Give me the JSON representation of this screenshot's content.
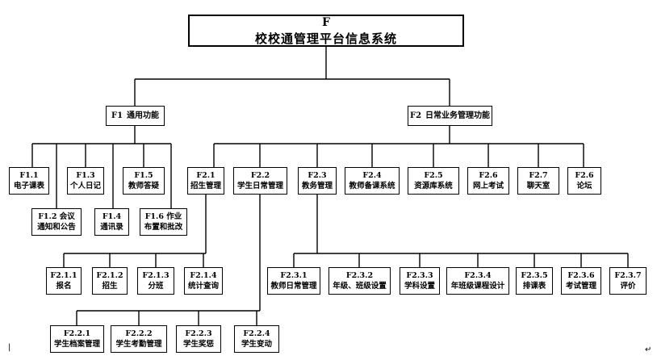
{
  "diagram": {
    "root": {
      "code": "F",
      "label": "校校通管理平台信息系统"
    },
    "f1": {
      "code": "F1",
      "label": "通用功能"
    },
    "f2": {
      "code": "F2",
      "label": "日常业务管理功能"
    },
    "f1_children": [
      {
        "code": "F1.1",
        "label": "电子课表"
      },
      {
        "code": "F1.2",
        "label": "会议",
        "label2": "通知和公告"
      },
      {
        "code": "F1.3",
        "label": "个人日记"
      },
      {
        "code": "F1.4",
        "label": "通讯录"
      },
      {
        "code": "F1.5",
        "label": "教师答疑"
      },
      {
        "code": "F1.6",
        "label": "作业",
        "label2": "布置和批改"
      }
    ],
    "f2_children": [
      {
        "code": "F2.1",
        "label": "招生管理"
      },
      {
        "code": "F2.2",
        "label": "学生日常管理"
      },
      {
        "code": "F2.3",
        "label": "教务管理"
      },
      {
        "code": "F2.4",
        "label": "教师备课系统"
      },
      {
        "code": "F2.5",
        "label": "资源库系统"
      },
      {
        "code": "F2.6",
        "label": "网上考试"
      },
      {
        "code": "F2.7",
        "label": "聊天室"
      },
      {
        "code": "F2.6",
        "label": "论坛"
      }
    ],
    "f21_children": [
      {
        "code": "F2.1.1",
        "label": "报名"
      },
      {
        "code": "F2.1.2",
        "label": "招生"
      },
      {
        "code": "F2.1.3",
        "label": "分班"
      },
      {
        "code": "F2.1.4",
        "label": "统计查询"
      }
    ],
    "f22_children": [
      {
        "code": "F2.2.1",
        "label": "学生档案管理"
      },
      {
        "code": "F2.2.2",
        "label": "学生考勤管理"
      },
      {
        "code": "F2.2.3",
        "label": "学生奖惩"
      },
      {
        "code": "F2.2.4",
        "label": "学生变动"
      }
    ],
    "f23_children": [
      {
        "code": "F2.3.1",
        "label": "教师日常管理"
      },
      {
        "code": "F2.3.2",
        "label": "年级、班级设置"
      },
      {
        "code": "F2.3.3",
        "label": "学科设置"
      },
      {
        "code": "F2.3.4",
        "label": "年班级课程设计"
      },
      {
        "code": "F2.3.5",
        "label": "排课表"
      },
      {
        "code": "F2.3.6",
        "label": "考试管理"
      },
      {
        "code": "F2.3.7",
        "label": "评价"
      }
    ],
    "line_color": "#000000"
  }
}
